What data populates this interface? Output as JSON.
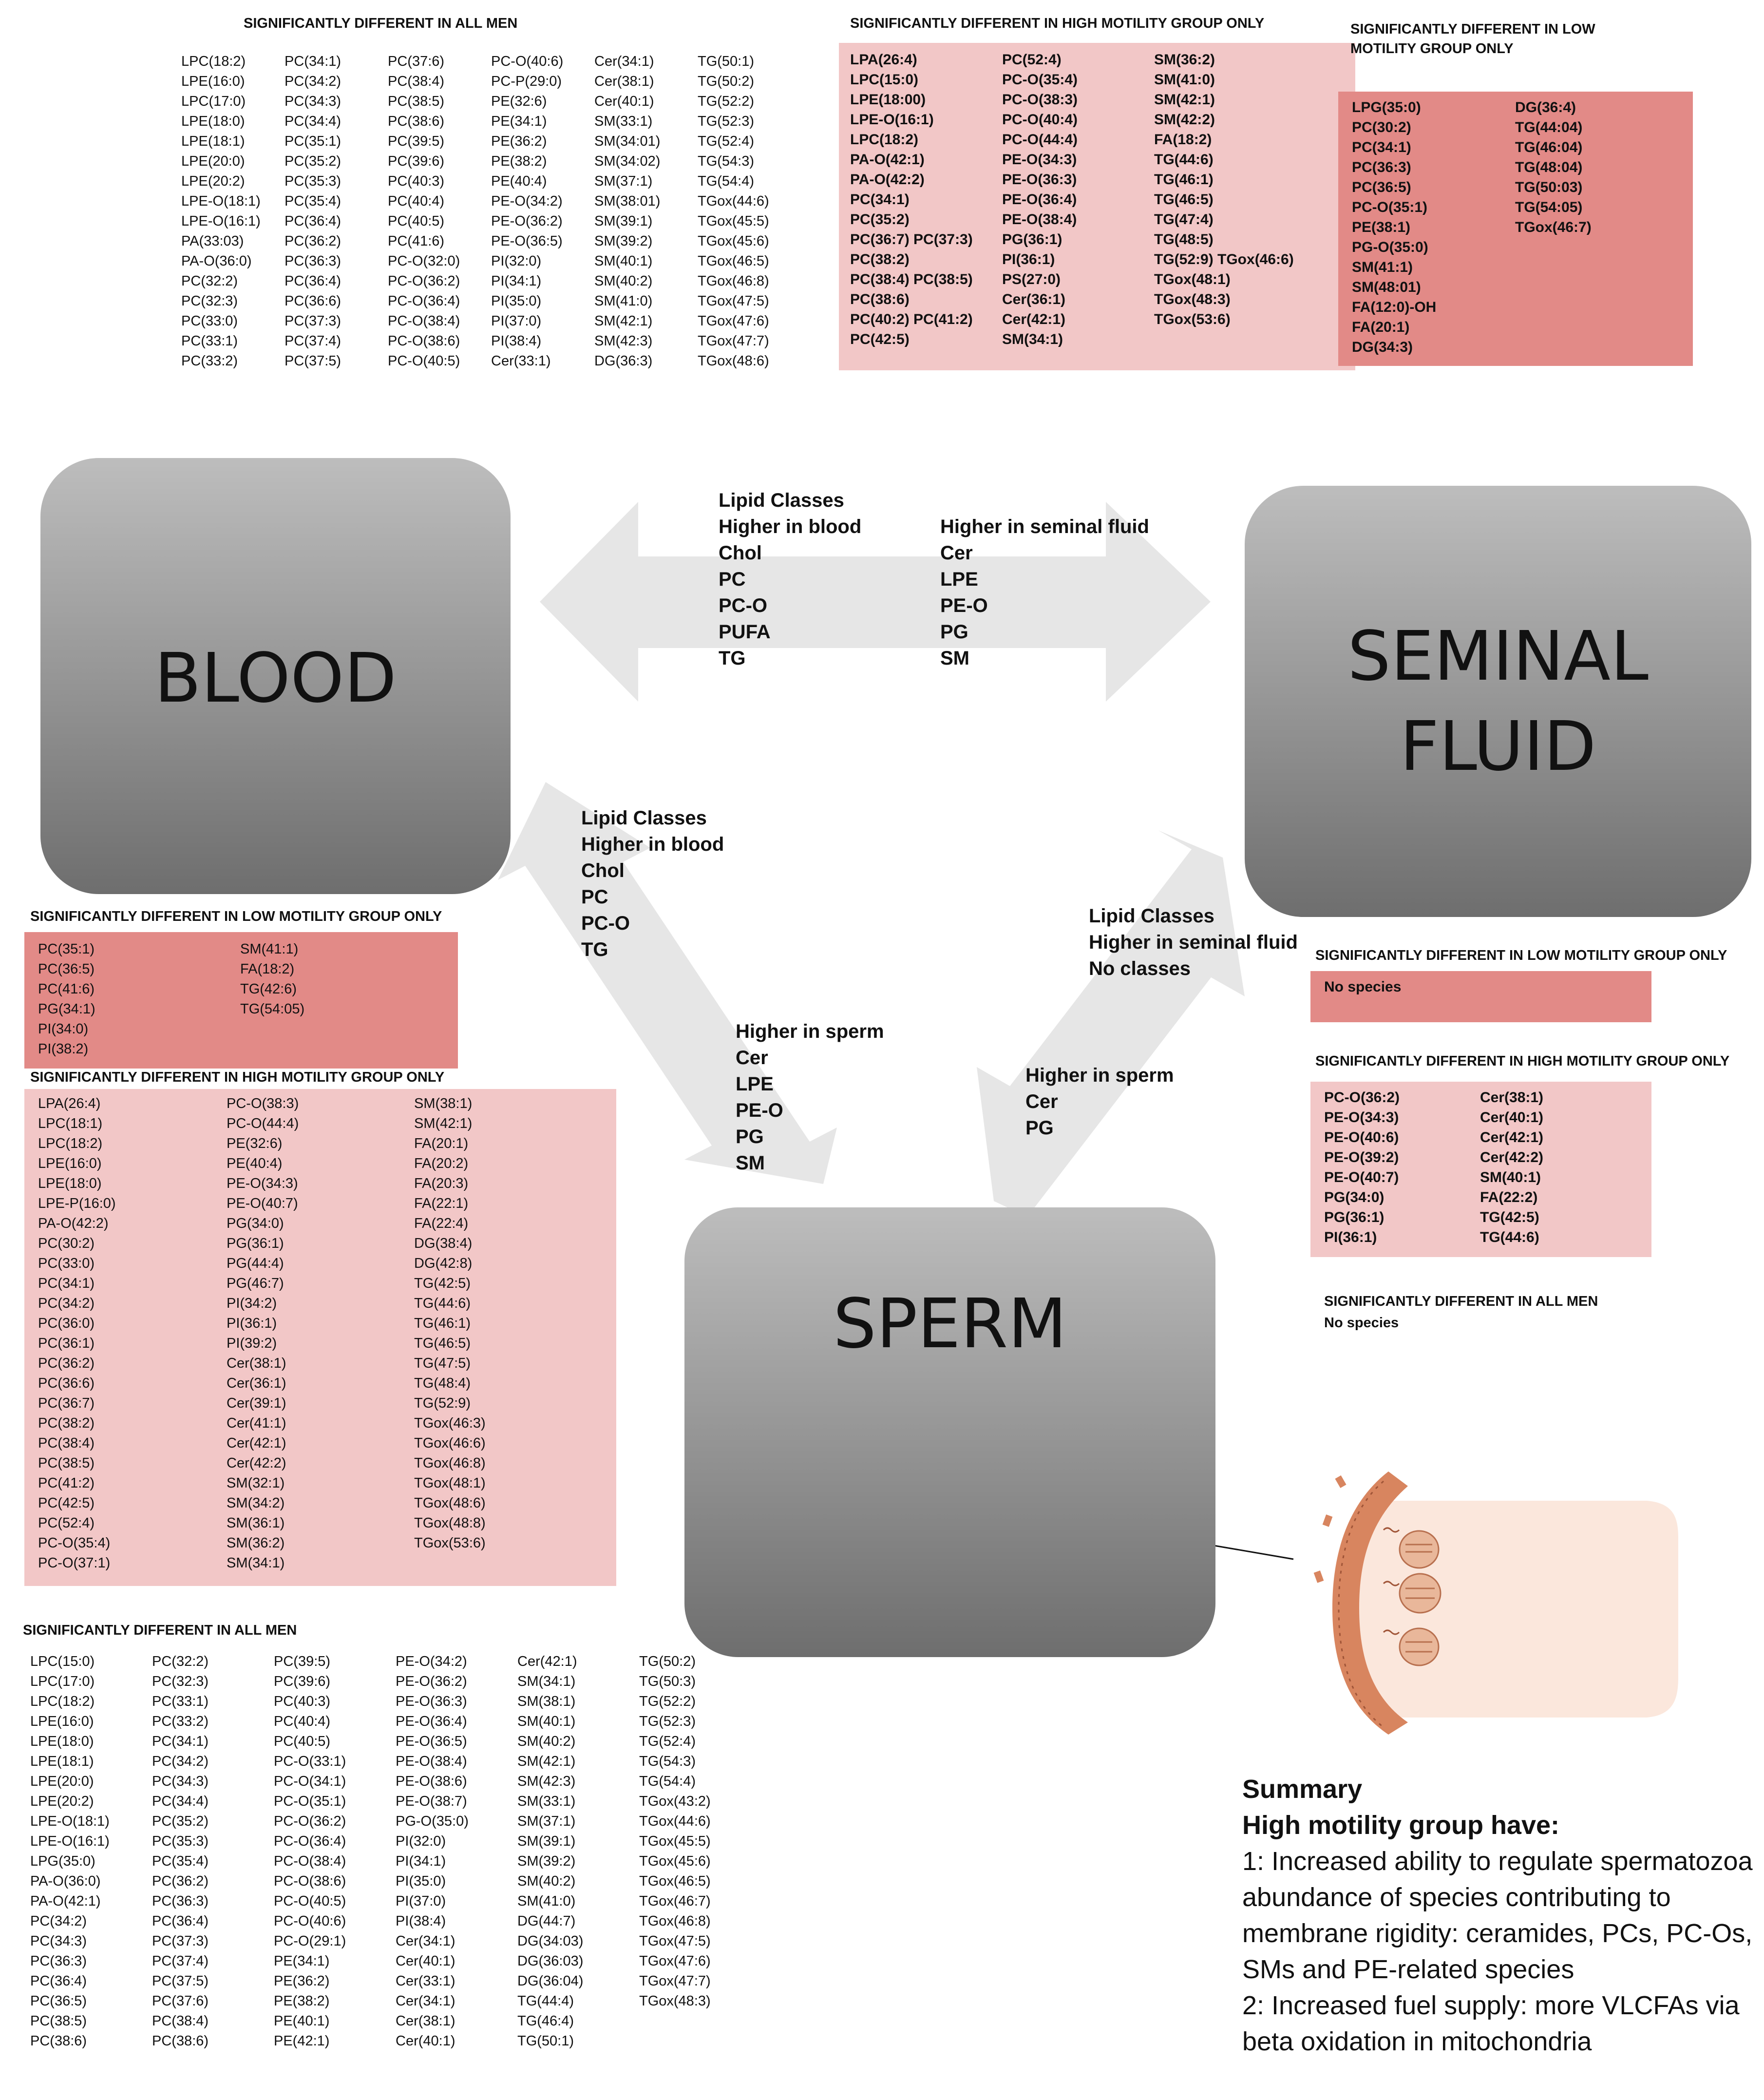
{
  "boxes": {
    "blood": "BLOOD",
    "seminal_line1": "SEMINAL",
    "seminal_line2": "FLUID",
    "sperm": "SPERM"
  },
  "blood_seminal": {
    "title": "Lipid Classes",
    "left_heading": "Higher in blood",
    "left_items": [
      "Chol",
      "PC",
      "PC-O",
      "PUFA",
      "TG"
    ],
    "right_heading": "Higher in seminal fluid",
    "right_items": [
      "Cer",
      "LPE",
      "PE-O",
      "PG",
      "SM"
    ]
  },
  "blood_sperm": {
    "title": "Lipid Classes",
    "heading": "Higher in blood",
    "items": [
      "Chol",
      "PC",
      "PC-O",
      "TG"
    ],
    "sperm_heading": "Higher in sperm",
    "sperm_items": [
      "Cer",
      "LPE",
      "PE-O",
      "PG",
      "SM"
    ]
  },
  "seminal_sperm": {
    "title": "Lipid Classes",
    "heading": "Higher in seminal fluid",
    "items": [
      "No classes"
    ],
    "sperm_heading": "Higher in sperm",
    "sperm_items": [
      "Cer",
      "PG"
    ]
  },
  "seminal_vs_blood": {
    "all_men": {
      "title": "SIGNIFICANTLY DIFFERENT IN ALL MEN",
      "columns": [
        [
          "LPC(18:2)",
          "LPE(16:0)",
          "LPC(17:0)",
          "LPE(18:0)",
          "LPE(18:1)",
          "LPE(20:0)",
          "LPE(20:2)",
          "LPE-O(18:1)",
          "LPE-O(16:1)",
          "PA(33:03)",
          "PA-O(36:0)",
          "PC(32:2)",
          "PC(32:3)",
          "PC(33:0)",
          "PC(33:1)",
          "PC(33:2)"
        ],
        [
          "PC(34:1)",
          "PC(34:2)",
          "PC(34:3)",
          "PC(34:4)",
          "PC(35:1)",
          "PC(35:2)",
          "PC(35:3)",
          "PC(35:4)",
          "PC(36:4)",
          "PC(36:2)",
          "PC(36:3)",
          "PC(36:4)",
          "PC(36:6)",
          "PC(37:3)",
          "PC(37:4)",
          "PC(37:5)"
        ],
        [
          "PC(37:6)",
          "PC(38:4)",
          "PC(38:5)",
          "PC(38:6)",
          "PC(39:5)",
          "PC(39:6)",
          "PC(40:3)",
          "PC(40:4)",
          "PC(40:5)",
          "PC(41:6)",
          "PC-O(32:0)",
          "PC-O(36:2)",
          "PC-O(36:4)",
          "PC-O(38:4)",
          "PC-O(38:6)",
          "PC-O(40:5)"
        ],
        [
          "PC-O(40:6)",
          "PC-P(29:0)",
          "PE(32:6)",
          "PE(34:1)",
          "PE(36:2)",
          "PE(38:2)",
          "PE(40:4)",
          "PE-O(34:2)",
          "PE-O(36:2)",
          "PE-O(36:5)",
          "PI(32:0)",
          "PI(34:1)",
          "PI(35:0)",
          "PI(37:0)",
          "PI(38:4)",
          "Cer(33:1)"
        ],
        [
          "Cer(34:1)",
          "Cer(38:1)",
          "Cer(40:1)",
          "SM(33:1)",
          "SM(34:01)",
          "SM(34:02)",
          "SM(37:1)",
          "SM(38:01)",
          "SM(39:1)",
          "SM(39:2)",
          "SM(40:1)",
          "SM(40:2)",
          "SM(41:0)",
          "SM(42:1)",
          "SM(42:3)",
          "DG(36:3)"
        ],
        [
          "TG(50:1)",
          "TG(50:2)",
          "TG(52:2)",
          "TG(52:3)",
          "TG(52:4)",
          "TG(54:3)",
          "TG(54:4)",
          "TGox(44:6)",
          "TGox(45:5)",
          "TGox(45:6)",
          "TGox(46:5)",
          "TGox(46:8)",
          "TGox(47:5)",
          "TGox(47:6)",
          "TGox(47:7)",
          "TGox(48:6)"
        ]
      ]
    },
    "high_motility": {
      "title": "SIGNIFICANTLY DIFFERENT IN HIGH MOTILITY GROUP ONLY",
      "columns": [
        [
          "LPA(26:4)",
          "LPC(15:0)",
          "LPE(18:00)",
          "LPE-O(16:1)",
          "LPC(18:2)",
          "PA-O(42:1)",
          "PA-O(42:2)",
          "PC(34:1)",
          "PC(35:2)",
          "PC(36:7) PC(37:3)",
          "PC(38:2)",
          "PC(38:4) PC(38:5)",
          "PC(38:6)",
          "PC(40:2) PC(41:2)",
          "PC(42:5)"
        ],
        [
          "PC(52:4)",
          "PC-O(35:4)",
          "PC-O(38:3)",
          "PC-O(40:4)",
          "PC-O(44:4)",
          "PE-O(34:3)",
          "PE-O(36:3)",
          "PE-O(36:4)",
          "PE-O(38:4)",
          "PG(36:1)",
          "PI(36:1)",
          "PS(27:0)",
          "Cer(36:1)",
          "Cer(42:1)",
          "SM(34:1)"
        ],
        [
          "SM(36:2)",
          "SM(41:0)",
          "SM(42:1)",
          "SM(42:2)",
          "FA(18:2)",
          "TG(44:6)",
          "TG(46:1)",
          "TG(46:5)",
          "TG(47:4)",
          "TG(48:5)",
          "TG(52:9) TGox(46:6)",
          "TGox(48:1)",
          "TGox(48:3)",
          "TGox(53:6)"
        ]
      ]
    },
    "low_motility": {
      "title_line1": "SIGNIFICANTLY DIFFERENT IN LOW",
      "title_line2": "MOTILITY GROUP ONLY",
      "columns": [
        [
          "LPG(35:0)",
          "PC(30:2)",
          "PC(34:1)",
          "PC(36:3)",
          "PC(36:5)",
          "PC-O(35:1)",
          "PE(38:1)",
          "PG-O(35:0)",
          "SM(41:1)",
          "SM(48:01)",
          "FA(12:0)-OH",
          "FA(20:1)",
          "DG(34:3)"
        ],
        [
          "DG(36:4)",
          "TG(44:04)",
          "TG(46:04)",
          "TG(48:04)",
          "TG(50:03)",
          "TG(54:05)",
          "TGox(46:7)"
        ]
      ]
    }
  },
  "blood_vs_sperm": {
    "low_motility": {
      "title": "SIGNIFICANTLY DIFFERENT IN LOW MOTILITY  GROUP ONLY",
      "columns": [
        [
          "PC(35:1)",
          "PC(36:5)",
          "PC(41:6)",
          "PG(34:1)",
          "PI(34:0)",
          "PI(38:2)"
        ],
        [
          "SM(41:1)",
          "FA(18:2)",
          "TG(42:6)",
          "TG(54:05)"
        ]
      ]
    },
    "high_motility": {
      "title": "SIGNIFICANTLY DIFFERENT IN HIGH MOTILITY GROUP ONLY",
      "columns": [
        [
          "LPA(26:4)",
          "LPC(18:1)",
          "LPC(18:2)",
          "LPE(16:0)",
          "LPE(18:0)",
          "LPE-P(16:0)",
          "PA-O(42:2)",
          "PC(30:2)",
          "PC(33:0)",
          "PC(34:1)",
          "PC(34:2)",
          "PC(36:0)",
          "PC(36:1)",
          "PC(36:2)",
          "PC(36:6)",
          "PC(36:7)",
          "PC(38:2)",
          "PC(38:4)",
          "PC(38:5)",
          "PC(41:2)",
          "PC(42:5)",
          "PC(52:4)",
          "PC-O(35:4)",
          "PC-O(37:1)"
        ],
        [
          "PC-O(38:3)",
          "PC-O(44:4)",
          "PE(32:6)",
          "PE(40:4)",
          "PE-O(34:3)",
          "PE-O(40:7)",
          "PG(34:0)",
          "PG(36:1)",
          "PG(44:4)",
          "PG(46:7)",
          "PI(34:2)",
          "PI(36:1)",
          "PI(39:2)",
          "Cer(38:1)",
          "Cer(36:1)",
          "Cer(39:1)",
          "Cer(41:1)",
          "Cer(42:1)",
          "Cer(42:2)",
          "SM(32:1)",
          "SM(34:2)",
          "SM(36:1)",
          "SM(36:2)",
          "SM(34:1)"
        ],
        [
          "SM(38:1)",
          "SM(42:1)",
          "FA(20:1)",
          "FA(20:2)",
          "FA(20:3)",
          "FA(22:1)",
          "FA(22:4)",
          "DG(38:4)",
          "DG(42:8)",
          "TG(42:5)",
          "TG(44:6)",
          "TG(46:1)",
          "TG(46:5)",
          "TG(47:5)",
          "TG(48:4)",
          "TG(52:9)",
          "TGox(46:3)",
          "TGox(46:6)",
          "TGox(46:8)",
          "TGox(48:1)",
          "TGox(48:6)",
          "TGox(48:8)",
          "TGox(53:6)"
        ]
      ]
    },
    "all_men": {
      "title": "SIGNIFICANTLY DIFFERENT IN ALL MEN",
      "columns": [
        [
          "LPC(15:0)",
          "LPC(17:0)",
          "LPC(18:2)",
          "LPE(16:0)",
          "LPE(18:0)",
          "LPE(18:1)",
          "LPE(20:0)",
          "LPE(20:2)",
          "LPE-O(18:1)",
          "LPE-O(16:1)",
          "LPG(35:0)",
          "PA-O(36:0)",
          "PA-O(42:1)",
          "PC(34:2)",
          "PC(34:3)",
          "PC(36:3)",
          "PC(36:4)",
          "PC(36:5)",
          "PC(38:5)",
          "PC(38:6)"
        ],
        [
          "PC(32:2)",
          "PC(32:3)",
          "PC(33:1)",
          "PC(33:2)",
          "PC(34:1)",
          "PC(34:2)",
          "PC(34:3)",
          "PC(34:4)",
          "PC(35:2)",
          "PC(35:3)",
          "PC(35:4)",
          "PC(36:2)",
          "PC(36:3)",
          "PC(36:4)",
          "PC(37:3)",
          "PC(37:4)",
          "PC(37:5)",
          "PC(37:6)",
          "PC(38:4)",
          "PC(38:6)"
        ],
        [
          "PC(39:5)",
          "PC(39:6)",
          "PC(40:3)",
          "PC(40:4)",
          "PC(40:5)",
          "PC-O(33:1)",
          "PC-O(34:1)",
          "PC-O(35:1)",
          "PC-O(36:2)",
          "PC-O(36:4)",
          "PC-O(38:4)",
          "PC-O(38:6)",
          "PC-O(40:5)",
          "PC-O(40:6)",
          "PC-O(29:1)",
          "PE(34:1)",
          "PE(36:2)",
          "PE(38:2)",
          "PE(40:1)",
          "PE(42:1)"
        ],
        [
          "PE-O(34:2)",
          "PE-O(36:2)",
          "PE-O(36:3)",
          "PE-O(36:4)",
          "PE-O(36:5)",
          "PE-O(38:4)",
          "PE-O(38:6)",
          "PE-O(38:7)",
          "PG-O(35:0)",
          "PI(32:0)",
          "PI(34:1)",
          "PI(35:0)",
          "PI(37:0)",
          "PI(38:4)",
          "Cer(34:1)",
          "Cer(40:1)",
          "Cer(33:1)",
          "Cer(34:1)",
          "Cer(38:1)",
          "Cer(40:1)"
        ],
        [
          "Cer(42:1)",
          "SM(34:1)",
          "SM(38:1)",
          "SM(40:1)",
          "SM(40:2)",
          "SM(42:1)",
          "SM(42:3)",
          "SM(33:1)",
          "SM(37:1)",
          "SM(39:1)",
          "SM(39:2)",
          "SM(40:2)",
          "SM(41:0)",
          "DG(44:7)",
          "DG(34:03)",
          "DG(36:03)",
          "DG(36:04)",
          "TG(44:4)",
          "TG(46:4)",
          "TG(50:1)"
        ],
        [
          "TG(50:2)",
          "TG(50:3)",
          "TG(52:2)",
          "TG(52:3)",
          "TG(52:4)",
          "TG(54:3)",
          "TG(54:4)",
          "TGox(43:2)",
          "TGox(44:6)",
          "TGox(45:5)",
          "TGox(45:6)",
          "TGox(46:5)",
          "TGox(46:7)",
          "TGox(46:8)",
          "TGox(47:5)",
          "TGox(47:6)",
          "TGox(47:7)",
          "TGox(48:3)"
        ]
      ]
    }
  },
  "seminal_vs_sperm": {
    "low_motility": {
      "title": "SIGNIFICANTLY DIFFERENT IN LOW MOTILITY  GROUP ONLY",
      "columns": [
        [
          "No species"
        ]
      ]
    },
    "high_motility": {
      "title": "SIGNIFICANTLY DIFFERENT IN HIGH MOTILITY GROUP ONLY",
      "columns": [
        [
          "PC-O(36:2)",
          "PE-O(34:3)",
          "PE-O(40:6)",
          "PE-O(39:2)",
          "PE-O(40:7)",
          "PG(34:0)",
          "PG(36:1)",
          "PI(36:1)"
        ],
        [
          "Cer(38:1)",
          "Cer(40:1)",
          "Cer(42:1)",
          "Cer(42:2)",
          "SM(40:1)",
          "FA(22:2)",
          "TG(42:5)",
          "TG(44:6)"
        ]
      ]
    },
    "all_men": {
      "title": "SIGNIFICANTLY DIFFERENT IN ALL MEN",
      "note": "No species"
    }
  },
  "summary": {
    "title": "Summary",
    "subtitle": "High motility group have:",
    "point1": "1: Increased  ability to regulate spermatozoa abundance of species contributing to membrane rigidity: ceramides, PCs, PC-Os, SMs and PE-related species",
    "point2": "2: Increased  fuel supply: more VLCFAs via beta oxidation in mitochondria"
  }
}
